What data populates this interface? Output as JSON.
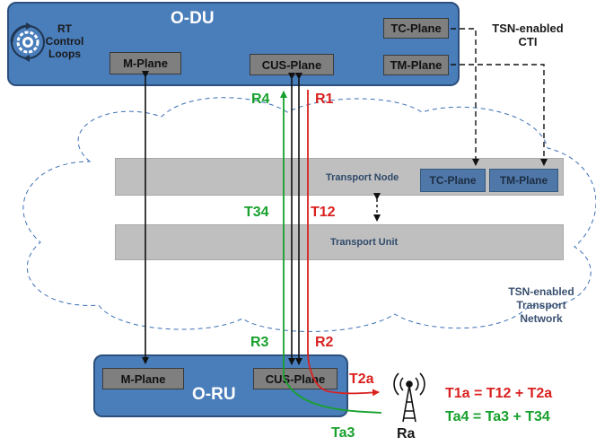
{
  "odu": {
    "title": "O-DU",
    "rt_control": "RT\nControl\nLoops",
    "m_plane": "M-Plane",
    "cus_plane": "CUS-Plane",
    "tc_plane": "TC-Plane",
    "tm_plane": "TM-Plane"
  },
  "oru": {
    "title": "O-RU",
    "m_plane": "M-Plane",
    "cus_plane": "CUS-Plane"
  },
  "cti_label": "TSN-enabled\nCTI",
  "transport": {
    "node_label": "Transport Node",
    "unit_label": "Transport Unit",
    "tc_plane": "TC-Plane",
    "tm_plane": "TM-Plane",
    "network_label": "TSN-enabled\nTransport\nNetwork"
  },
  "labels": {
    "r4": "R4",
    "r1": "R1",
    "t34": "T34",
    "t12": "T12",
    "r3": "R3",
    "r2": "R2",
    "t2a": "T2a",
    "ta3": "Ta3",
    "ra": "Ra"
  },
  "equations": {
    "t1a": "T1a = T12 + T2a",
    "ta4": "Ta4 = Ta3 + T34"
  },
  "colors": {
    "green": "#17a12c",
    "red": "#d9211f",
    "unit_blue": "#4a7ebb",
    "cloud_dash": "#3a6fb5"
  }
}
